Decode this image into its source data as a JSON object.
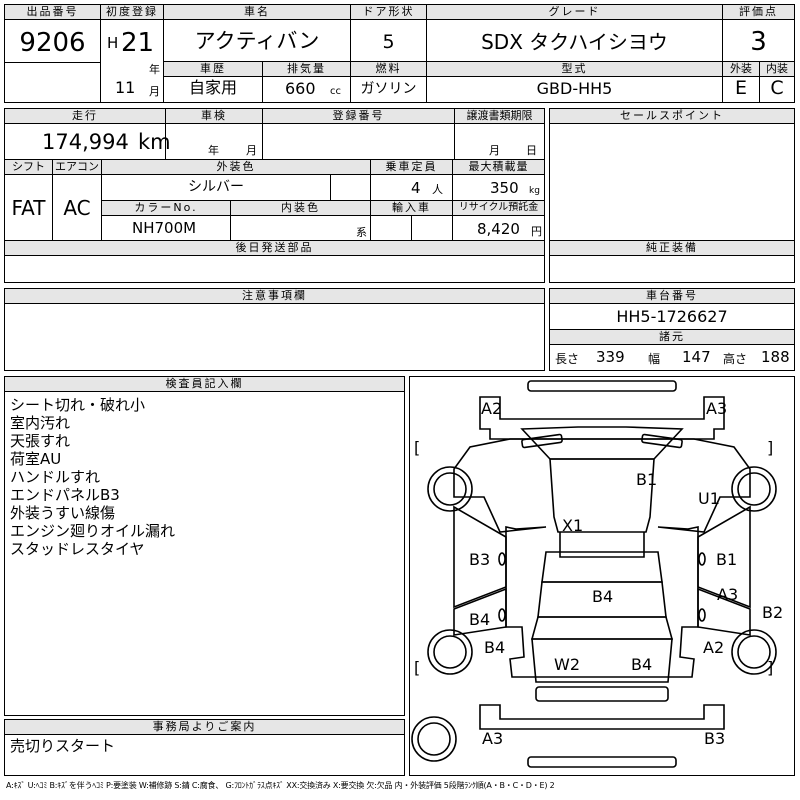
{
  "header": {
    "lot_no_label": "出品番号",
    "lot_no": "9206",
    "first_reg_label": "初度登録",
    "era": "H",
    "year": "21",
    "year_unit": "年",
    "month": "11",
    "month_unit": "月",
    "car_name_label": "車名",
    "car_name": "アクティバン",
    "door_label": "ドア形状",
    "doors": "5",
    "grade_label": "グレード",
    "grade": "SDX タクハイシヨウ",
    "score_label": "評価点",
    "score": "3",
    "history_label": "車歴",
    "history": "自家用",
    "displacement_label": "排気量",
    "displacement": "660",
    "displacement_unit": "cc",
    "fuel_label": "燃料",
    "fuel": "ガソリン",
    "model_label": "型式",
    "model": "GBD-HH5",
    "ext_label": "外装",
    "int_label": "内装",
    "ext_grade": "E",
    "int_grade": "C"
  },
  "row2": {
    "mileage_label": "走行",
    "mileage": "174,994",
    "mileage_unit": "km",
    "inspection_label": "車検",
    "insp_year_unit": "年",
    "insp_month_unit": "月",
    "reg_no_label": "登録番号",
    "transfer_label": "譲渡書類期限",
    "transfer_month": "月",
    "transfer_day": "日",
    "shift_label": "シフト",
    "shift": "FAT",
    "ac_label": "エアコン",
    "ac": "AC",
    "ext_color_label": "外装色",
    "ext_color": "シルバー",
    "capacity_label": "乗車定員",
    "capacity": "4",
    "capacity_unit": "人",
    "max_load_label": "最大積載量",
    "max_load": "350",
    "max_load_unit": "kg",
    "color_no_label": "カラーNo.",
    "color_no": "NH700M",
    "int_color_label": "内装色",
    "int_color_unit": "系",
    "import_label": "輸入車",
    "recycle_label": "リサイクル預託金",
    "recycle": "8,420",
    "recycle_unit": "円",
    "later_parts_label": "後日発送部品",
    "sales_point_label": "セールスポイント",
    "genuine_label": "純正装備"
  },
  "row3": {
    "notes_label": "注意事項欄",
    "chassis_label": "車台番号",
    "chassis": "HH5-1726627",
    "dims_label": "諸元",
    "length_label": "長さ",
    "length": "339",
    "width_label": "幅",
    "width": "147",
    "height_label": "高さ",
    "height": "188"
  },
  "inspector": {
    "label": "検査員記入欄",
    "lines": [
      "シート切れ・破れ小",
      "室内汚れ",
      "天張すれ",
      "荷室AU",
      "ハンドルすれ",
      "エンドパネルB3",
      "外装うすい線傷",
      "エンジン廻りオイル漏れ",
      "スタッドレスタイヤ"
    ]
  },
  "office": {
    "label": "事務局よりご案内",
    "text": "売切りスタート"
  },
  "diagram": {
    "marks": {
      "a2_top": "A2",
      "a3_top": "A3",
      "b1_roof": "B1",
      "u1": "U1",
      "x1": "X1",
      "b3_left": "B3",
      "b1_right": "B1",
      "b4_center": "B4",
      "a3_right": "A3",
      "b2": "B2",
      "b4_left": "B4",
      "b4_left2": "B4",
      "w2": "W2",
      "b4_rear": "B4",
      "a2_right": "A2",
      "a3_bottom": "A3",
      "b3_bottom": "B3"
    },
    "bracket_l": "[",
    "bracket_r": "]"
  },
  "legend": "A:ｷｽﾞ U:ﾍｺﾐ B:ｷｽﾞを伴うﾍｺﾐ P:要塗装 W:補修跡 S:錆 C:腐食、 G:ﾌﾛﾝﾄｶﾞﾗｽ点ｷｽﾞ XX:交換済み X:要交換 欠:欠品 内・外装評価 5段階ﾗﾝｸ順(A・B・C・D・E) 2"
}
